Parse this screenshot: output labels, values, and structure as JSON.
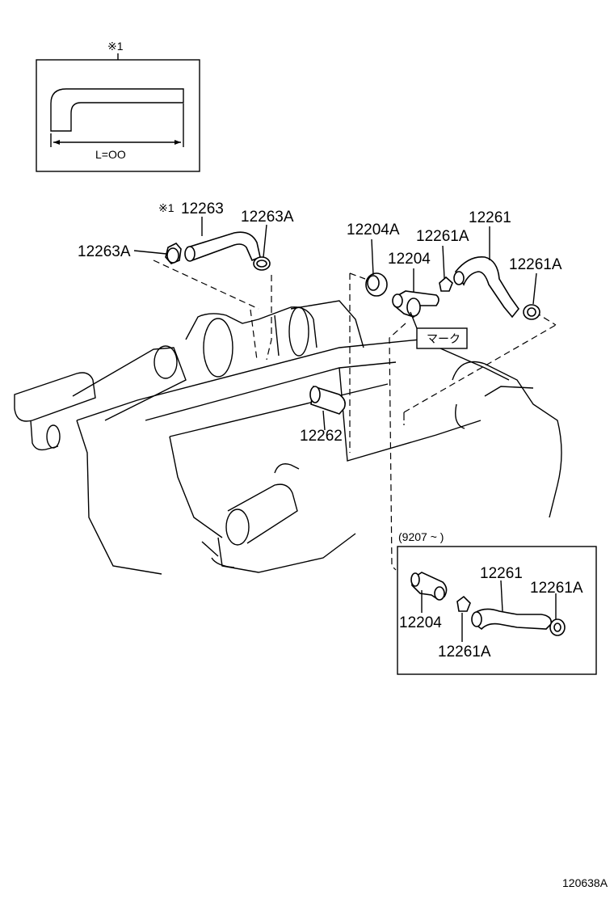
{
  "inset_top": {
    "ref_mark": "※1",
    "length_label": "L=OO"
  },
  "callouts": {
    "p12263_ref": "※1",
    "p12263": "12263",
    "p12263A_top": "12263A",
    "p12263A_left": "12263A",
    "p12204A": "12204A",
    "p12261A_top": "12261A",
    "p12204": "12204",
    "p12261": "12261",
    "p12261A_right": "12261A",
    "p12262": "12262",
    "mark_label": "マーク"
  },
  "inset_bottom": {
    "date_range": "(9207 ~        )",
    "p12261": "12261",
    "p12261A_right": "12261A",
    "p12204": "12204",
    "p12261A_bottom": "12261A"
  },
  "figure_code": "120638A"
}
